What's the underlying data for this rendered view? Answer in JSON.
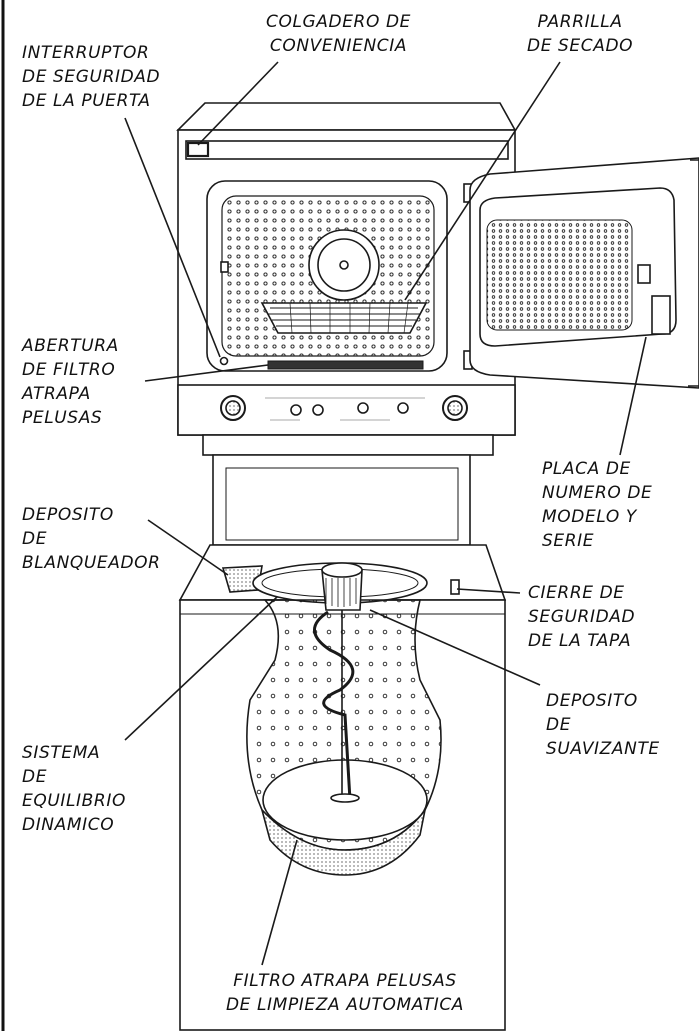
{
  "labels": {
    "colgadero": [
      "COLGADERO DE",
      "CONVENIENCIA"
    ],
    "parrilla": [
      "PARRILLA",
      "DE SECADO"
    ],
    "interruptor": [
      "INTERRUPTOR",
      "DE SEGURIDAD",
      "DE LA PUERTA"
    ],
    "abertura": [
      "ABERTURA",
      "DE FILTRO",
      "ATRAPA",
      "PELUSAS"
    ],
    "placa": [
      "PLACA DE",
      "NUMERO DE",
      "MODELO Y",
      "SERIE"
    ],
    "deposito_blanqueador": [
      "DEPOSITO",
      "DE",
      "BLANQUEADOR"
    ],
    "cierre": [
      "CIERRE DE",
      "SEGURIDAD",
      "DE LA TAPA"
    ],
    "deposito_suavizante": [
      "DEPOSITO",
      "DE",
      "SUAVIZANTE"
    ],
    "sistema": [
      "SISTEMA",
      "DE",
      "EQUILIBRIO",
      "DINAMICO"
    ],
    "filtro": [
      "FILTRO ATRAPA PELUSAS",
      "DE LIMPIEZA AUTOMATICA"
    ]
  },
  "colors": {
    "line": "#1a1a1a",
    "paper": "#ffffff"
  }
}
